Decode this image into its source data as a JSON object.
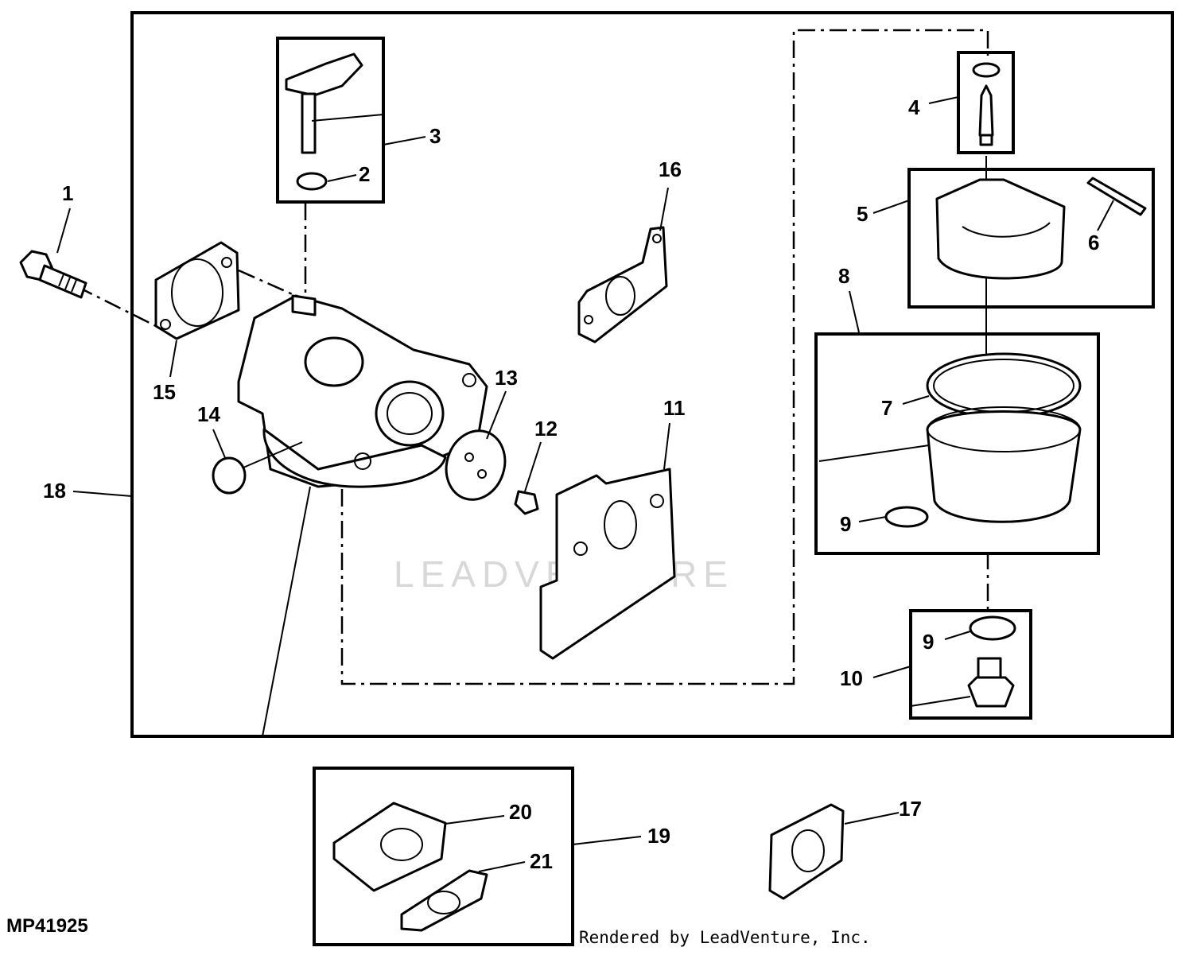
{
  "diagram": {
    "drawing_id": "MP41925",
    "credit": "Rendered by LeadVenture, Inc.",
    "watermark": "LEADVENTURE"
  },
  "callouts": {
    "c1": "1",
    "c2": "2",
    "c3": "3",
    "c4": "4",
    "c5": "5",
    "c6": "6",
    "c7": "7",
    "c8": "8",
    "c9a": "9",
    "c9b": "9",
    "c10": "10",
    "c11": "11",
    "c12": "12",
    "c13": "13",
    "c14": "14",
    "c15": "15",
    "c16": "16",
    "c17": "17",
    "c18": "18",
    "c19": "19",
    "c20": "20",
    "c21": "21"
  }
}
